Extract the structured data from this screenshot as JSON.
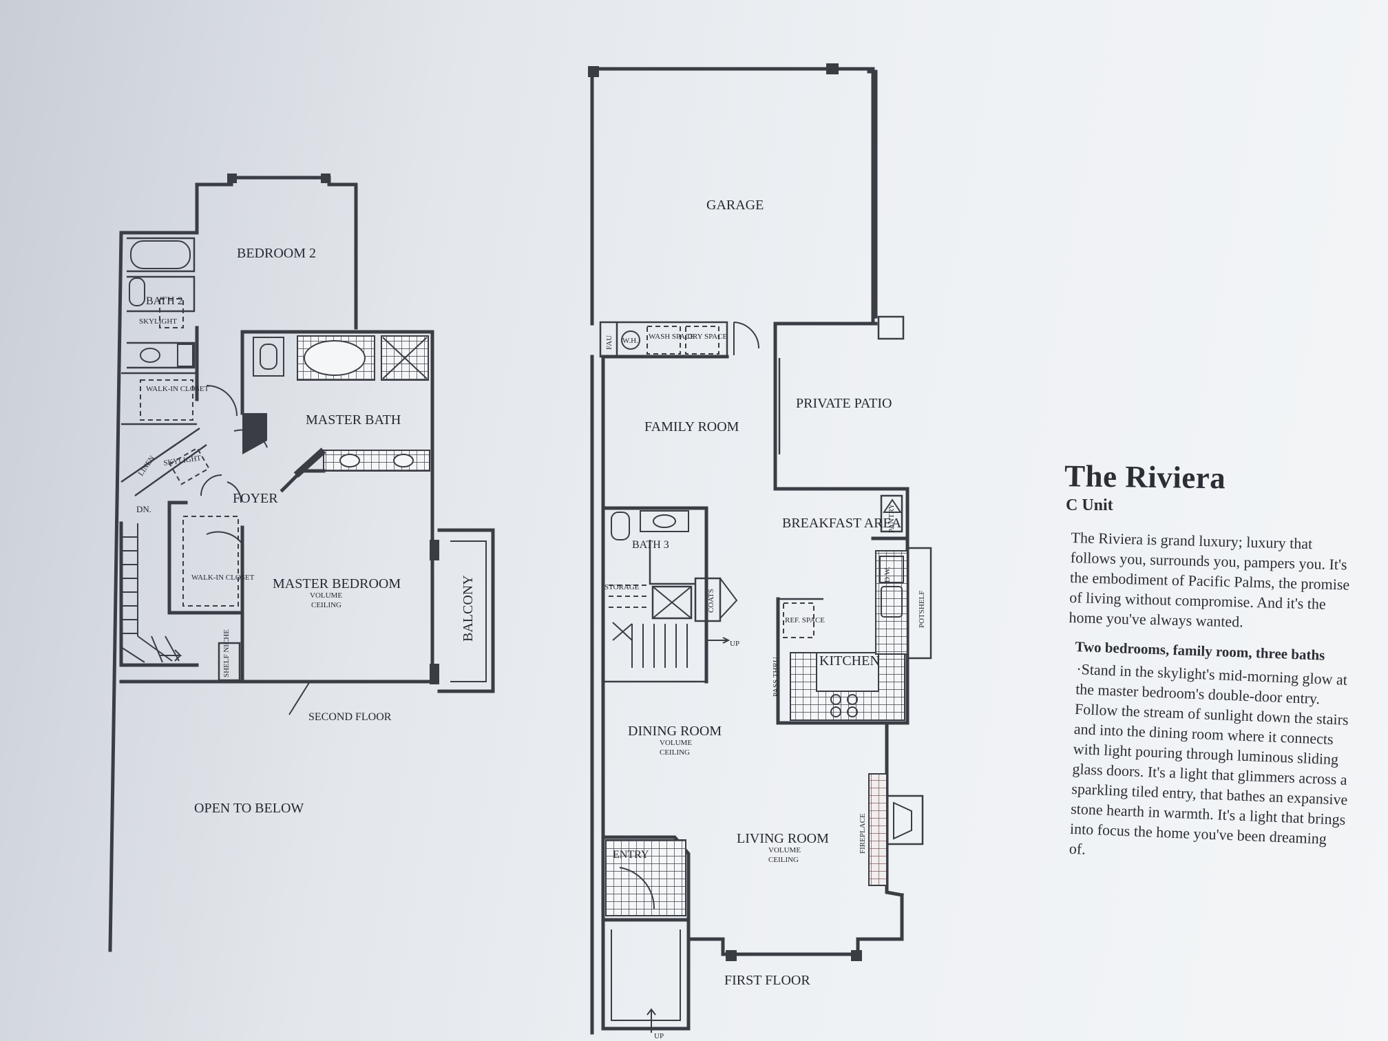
{
  "plan": {
    "second_floor": {
      "caption": "SECOND FLOOR",
      "rooms": {
        "bedroom2": "BEDROOM 2",
        "bath2": "BATH 2",
        "skylight_bath": "SKYLIGHT",
        "walkin_closet_top": "WALK-IN CLOSET",
        "linen": "LINEN",
        "skylight_foyer": "SKYLIGHT",
        "master_bath": "MASTER BATH",
        "foyer": "FOYER",
        "dn": "DN.",
        "walkin_closet_bottom": "WALK-IN CLOSET",
        "master_bedroom": "MASTER BEDROOM",
        "master_volume": "VOLUME",
        "master_ceiling": "CEILING",
        "balcony": "BALCONY",
        "shelf_niche": "SHELF NICHE",
        "open_to_below": "OPEN TO BELOW"
      }
    },
    "first_floor": {
      "caption": "FIRST FLOOR",
      "rooms": {
        "garage": "GARAGE",
        "fau": "FAU",
        "wh": "W.H.",
        "wash_space": "WASH SPACE",
        "dry_space": "DRY SPACE",
        "private_patio": "PRIVATE PATIO",
        "family_room": "FAMILY ROOM",
        "breakfast_area": "BREAKFAST AREA",
        "pantry": "PANTRY",
        "bath3": "BATH 3",
        "storage": "STORAGE",
        "coats": "COATS",
        "up_stairs": "UP",
        "dw": "D.W.",
        "ref_space": "REF. SPACE",
        "kitchen": "KITCHEN",
        "potshelf": "POTSHELF",
        "pass_thru": "PASS THRU",
        "dining_room": "DINING ROOM",
        "dining_volume": "VOLUME",
        "dining_ceiling": "CEILING",
        "fireplace": "FIREPLACE",
        "living_room": "LIVING ROOM",
        "living_volume": "VOLUME",
        "living_ceiling": "CEILING",
        "entry": "ENTRY",
        "up_entry": "UP"
      }
    }
  },
  "info": {
    "title": "The Riviera",
    "subtitle": "C Unit",
    "intro": "The Riviera is grand luxury; luxury that follows you, surrounds you, pampers you. It's the embodiment of Pacific Palms, the promise of living without compromise. And it's the home you've always wanted.",
    "features_heading": "Two bedrooms, family room, three baths",
    "body": "·Stand in the skylight's mid-morning glow at the master bedroom's double-door entry. Follow the stream of sunlight down the stairs and into the dining room where it connects with light pouring through luminous sliding glass doors. It's a light that glimmers across a sparkling tiled entry, that bathes an expansive stone hearth in warmth. It's a light that brings into focus the home you've been dreaming of."
  }
}
